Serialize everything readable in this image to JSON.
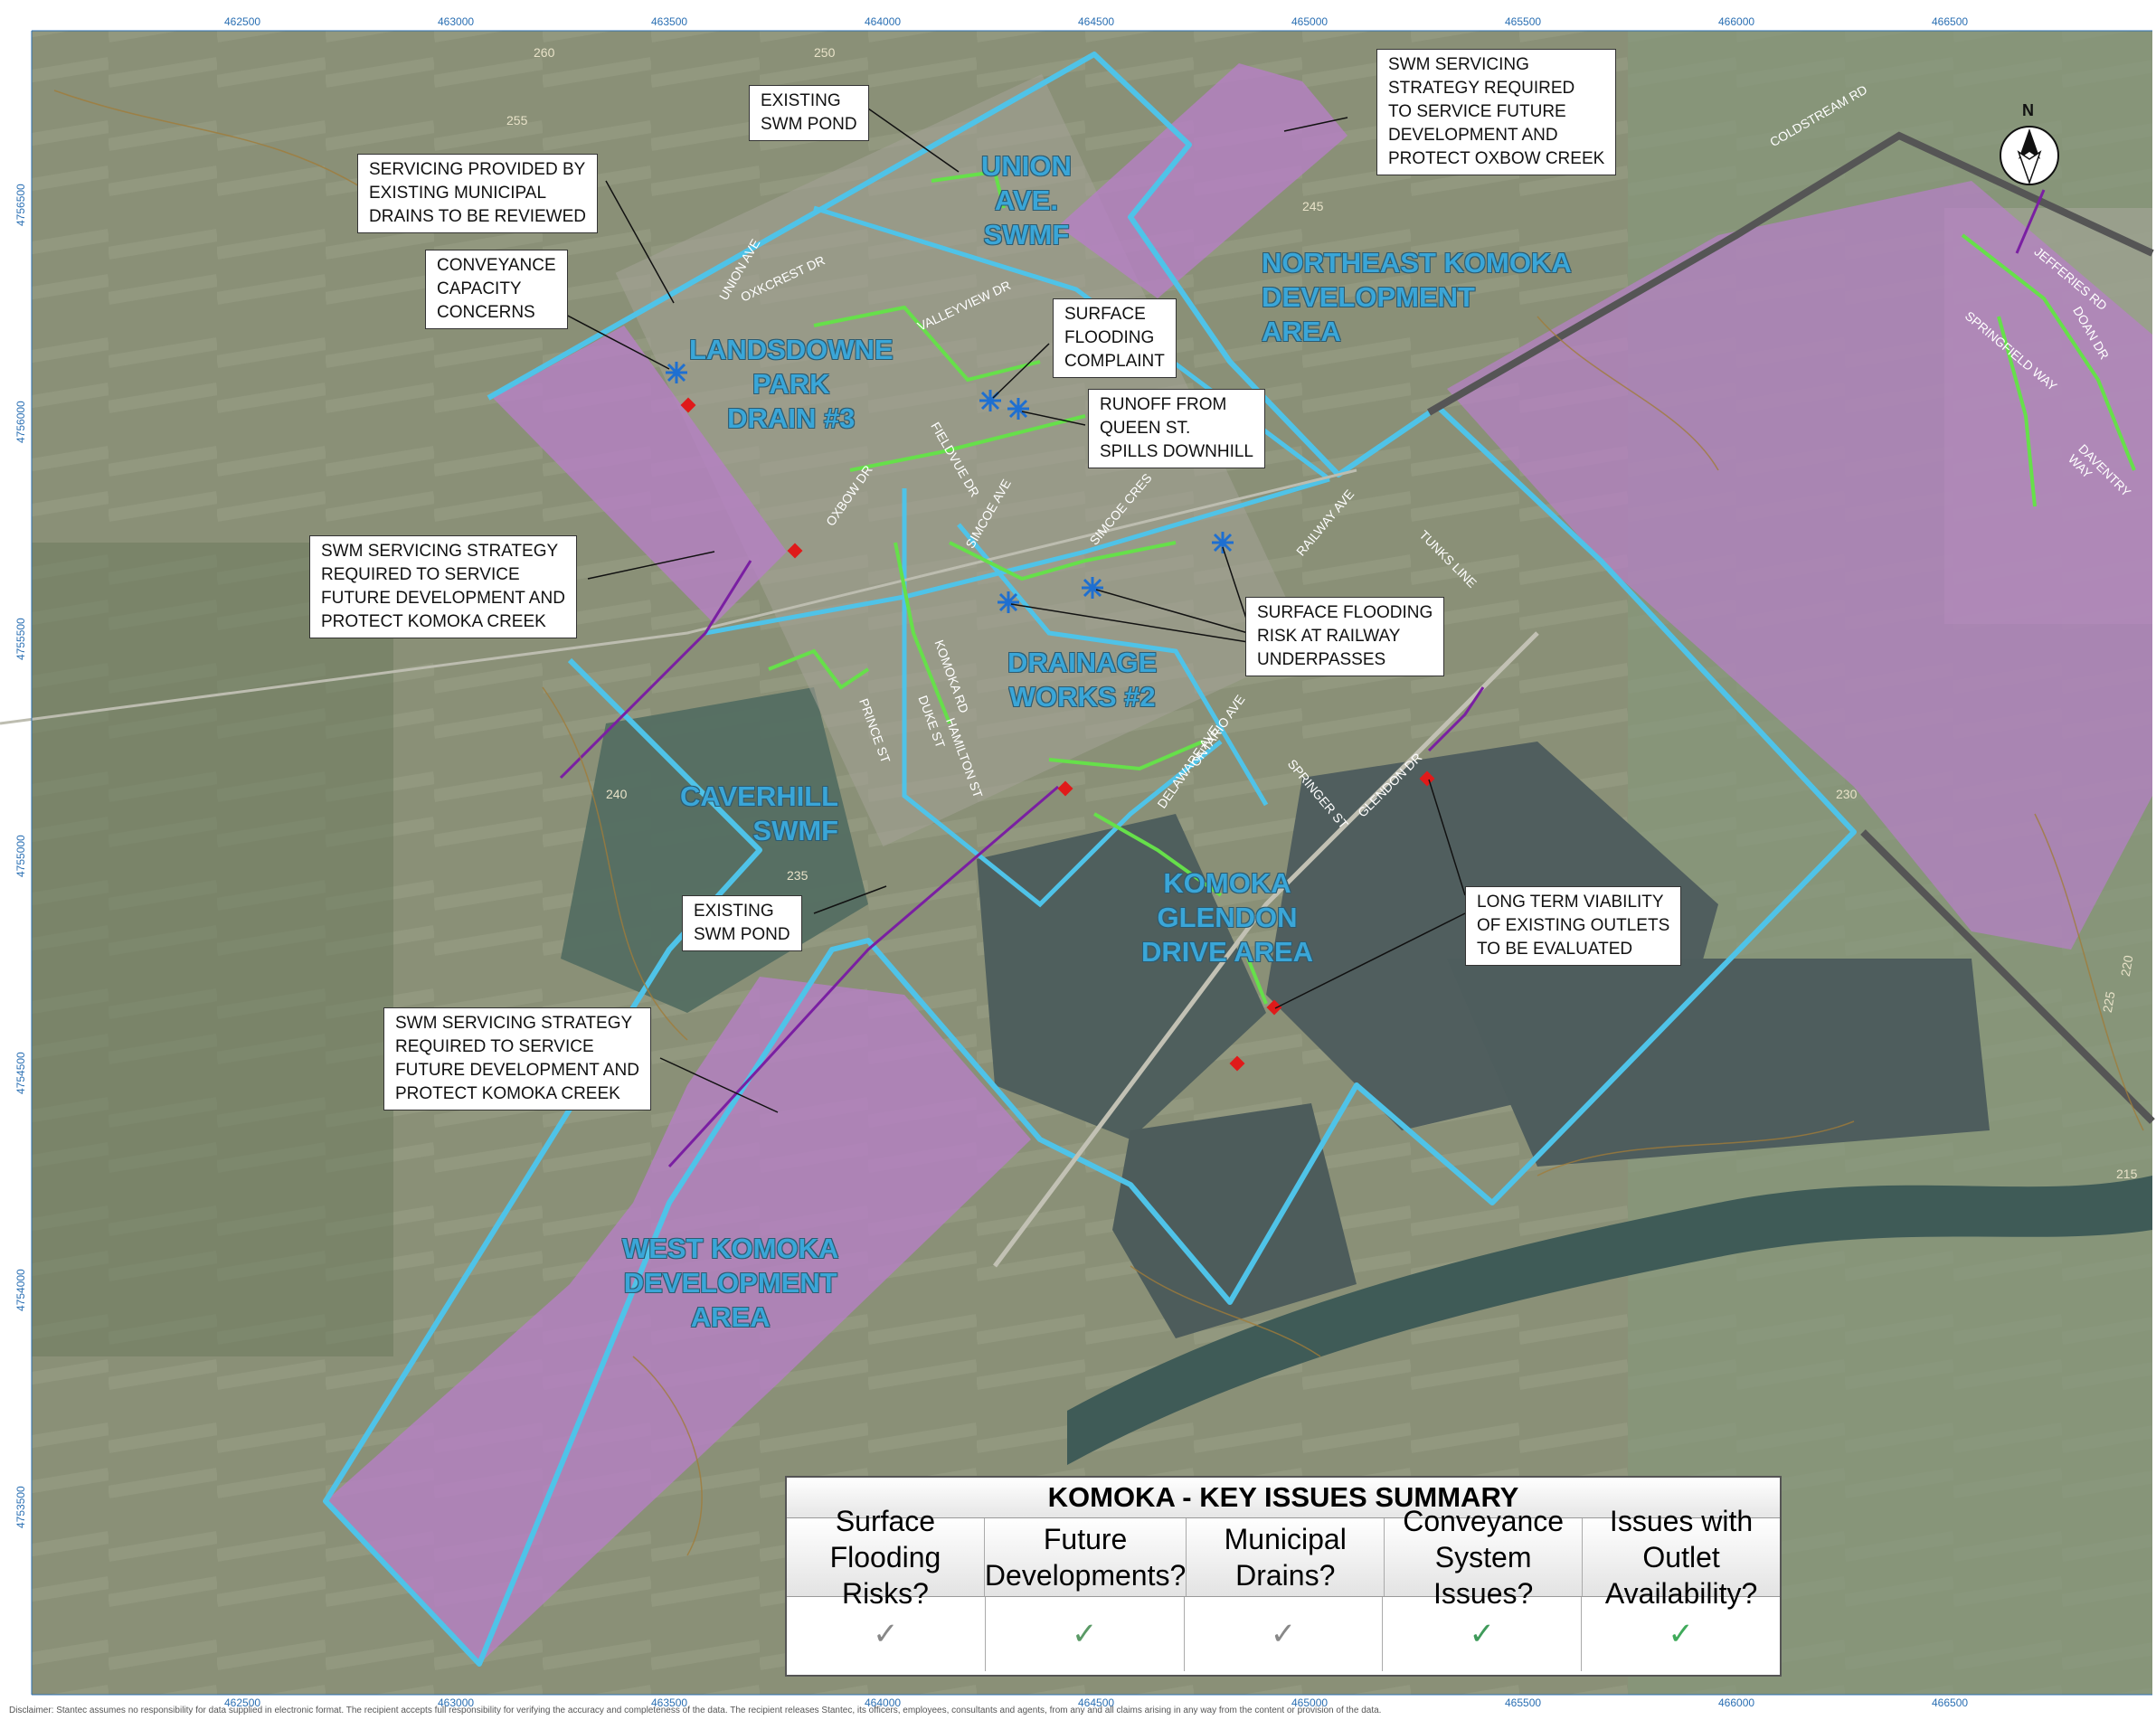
{
  "colors": {
    "boundary": "#4fc3e8",
    "development_area": "#b77fc7",
    "drain_line": "#7a1fa2",
    "green_network": "#66e04a",
    "rail_line": "#555555",
    "outlet_marker": "#e01a1a",
    "flood_marker": "#1e6fd1"
  },
  "grid": {
    "x_ticks": [
      "462500",
      "463000",
      "463500",
      "464000",
      "464500",
      "465000",
      "465500",
      "466000",
      "466500"
    ],
    "y_ticks": [
      "4756500",
      "4756000",
      "4755500",
      "4755000",
      "4754500",
      "4754000",
      "4753500"
    ]
  },
  "area_labels": {
    "union": "UNION\nAVE.\nSWMF",
    "northeast": "NORTHEAST KOMOKA\nDEVELOPMENT\nAREA",
    "landsdowne": "LANDSDOWNE\nPARK\nDRAIN #3",
    "drainage": "DRAINAGE\nWORKS #2",
    "caverhill": "CAVERHILL\nSWMF",
    "glendon": "KOMOKA\nGLENDON\nDRIVE AREA",
    "west": "WEST KOMOKA\nDEVELOPMENT\nAREA"
  },
  "callouts": {
    "existing_pond_1": "EXISTING\nSWM POND",
    "oxbow": "SWM SERVICING\nSTRATEGY REQUIRED\nTO SERVICE FUTURE\nDEVELOPMENT AND\nPROTECT OXBOW CREEK",
    "municipal_drains": "SERVICING PROVIDED BY\nEXISTING MUNICIPAL\nDRAINS TO BE REVIEWED",
    "conveyance": "CONVEYANCE\nCAPACITY\nCONCERNS",
    "surface_complaint": "SURFACE\nFLOODING\nCOMPLAINT",
    "runoff": "RUNOFF FROM\nQUEEN ST.\nSPILLS DOWNHILL",
    "komoka_creek_1": "SWM SERVICING STRATEGY\nREQUIRED TO SERVICE\nFUTURE DEVELOPMENT AND\nPROTECT KOMOKA CREEK",
    "railway": "SURFACE FLOODING\nRISK AT RAILWAY\nUNDERPASSES",
    "existing_pond_2": "EXISTING\nSWM POND",
    "outlets": "LONG TERM VIABILITY\nOF EXISTING OUTLETS\nTO BE EVALUATED",
    "komoka_creek_2": "SWM SERVICING STRATEGY\nREQUIRED TO SERVICE\nFUTURE DEVELOPMENT AND\nPROTECT KOMOKA CREEK"
  },
  "streets": {
    "coldstream": "COLDSTREAM RD",
    "jefferies": "JEFFERIES RD",
    "springfield": "SPRINGFIELD WAY",
    "doan": "DOAN DR",
    "daventry": "DAVENTRY WAY",
    "union_ave": "UNION AVE",
    "oxkcrest": "OXKCREST DR",
    "valleyview": "VALLEYVIEW DR",
    "oxbow": "OXBOW DR",
    "fieldvue": "FIELDVUE DR",
    "simcoe_ave": "SIMCOE AVE",
    "simcoe_cres": "SIMCOE CRES",
    "railway_ave": "RAILWAY AVE",
    "tunks": "TUNKS LINE",
    "komoka_rd": "KOMOKA RD",
    "duke": "DUKE ST",
    "prince": "PRINCE ST",
    "hamilton": "HAMILTON ST",
    "ontario": "ONTARIO AVE",
    "delaware": "DELAWARE AVE",
    "springer": "SPRINGER ST",
    "glendon": "GLENDON DR"
  },
  "contours": [
    "260",
    "255",
    "250",
    "245",
    "240",
    "235",
    "230",
    "225",
    "220",
    "215"
  ],
  "north_label": "N",
  "summary": {
    "title": "KOMOKA - KEY ISSUES SUMMARY",
    "headers": [
      "Surface\nFlooding Risks?",
      "Future\nDevelopments?",
      "Municipal\nDrains?",
      "Conveyance\nSystem Issues?",
      "Issues with Outlet\nAvailability?"
    ],
    "values": [
      "✓",
      "✓",
      "✓",
      "✓",
      "✓"
    ]
  },
  "disclaimer": "Disclaimer: Stantec assumes no responsibility for data supplied in electronic format. The recipient accepts full responsibility for verifying the accuracy and completeness of the data. The recipient releases Stantec, its officers, employees, consultants and agents, from any and all claims arising in any way from the content or provision of the data."
}
